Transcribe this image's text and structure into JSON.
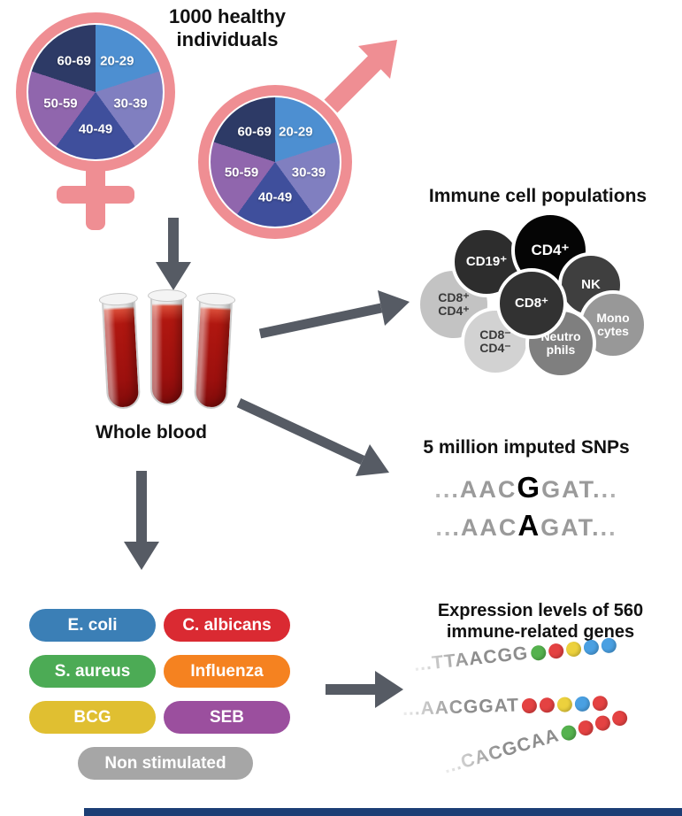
{
  "header": {
    "title": "1000 healthy individuals"
  },
  "colors": {
    "arrow": "#565b64",
    "gender_symbol": "#ef8e93",
    "footer_bar": "#1c3e75"
  },
  "age_pie": {
    "segments": [
      {
        "label": "20-29",
        "color": "#4d8fd1"
      },
      {
        "label": "30-39",
        "color": "#807fc0"
      },
      {
        "label": "40-49",
        "color": "#3f4f9c"
      },
      {
        "label": "50-59",
        "color": "#9066ad"
      },
      {
        "label": "60-69",
        "color": "#2d3a66"
      }
    ]
  },
  "blood": {
    "label": "Whole blood"
  },
  "immune_cells": {
    "title": "Immune cell populations",
    "cells": [
      {
        "label": "CD8⁺\nCD4⁺",
        "bg": "#c3c3c3",
        "fg": "#3a3a3a"
      },
      {
        "label": "CD19⁺",
        "bg": "#2d2d2d",
        "fg": "#ffffff"
      },
      {
        "label": "CD4⁺",
        "bg": "#050505",
        "fg": "#ffffff"
      },
      {
        "label": "NK",
        "bg": "#3f3f3f",
        "fg": "#ffffff"
      },
      {
        "label": "CD8⁻\nCD4⁻",
        "bg": "#d2d2d2",
        "fg": "#3a3a3a"
      },
      {
        "label": "Mono\ncytes",
        "bg": "#989898",
        "fg": "#ffffff"
      },
      {
        "label": "Neutro\nphils",
        "bg": "#7f7f7f",
        "fg": "#ffffff"
      },
      {
        "label": "CD8⁺",
        "bg": "#323232",
        "fg": "#ffffff"
      }
    ]
  },
  "snps": {
    "title": "5 million imputed SNPs",
    "rows": [
      {
        "pre": "...AAC",
        "emph": "G",
        "post": "GAT..."
      },
      {
        "pre": "...AAC",
        "emph": "A",
        "post": "GAT..."
      }
    ]
  },
  "stimuli": {
    "items": [
      {
        "label": "E. coli",
        "color": "#3b7fb6"
      },
      {
        "label": "C. albicans",
        "color": "#da2a32"
      },
      {
        "label": "S. aureus",
        "color": "#4cab55"
      },
      {
        "label": "Influenza",
        "color": "#f58220"
      },
      {
        "label": "BCG",
        "color": "#e0bf31"
      },
      {
        "label": "SEB",
        "color": "#9b4f9e"
      },
      {
        "label": "Non stimulated",
        "color": "#a6a6a6"
      }
    ]
  },
  "expression": {
    "title": "Expression levels of 560 immune-related genes",
    "rows": [
      {
        "seq": "...TTAACGG",
        "dots": [
          "#55b24e",
          "#e44242",
          "#ecd13d",
          "#4aa0e2",
          "#4aa0e2"
        ]
      },
      {
        "seq": "...AACGGAT",
        "dots": [
          "#e44242",
          "#e44242",
          "#ecd13d",
          "#4aa0e2",
          "#e44242"
        ]
      },
      {
        "seq": "...CACGCAA",
        "dots": [
          "#55b24e",
          "#e44242",
          "#e44242",
          "#e44242"
        ]
      }
    ]
  }
}
